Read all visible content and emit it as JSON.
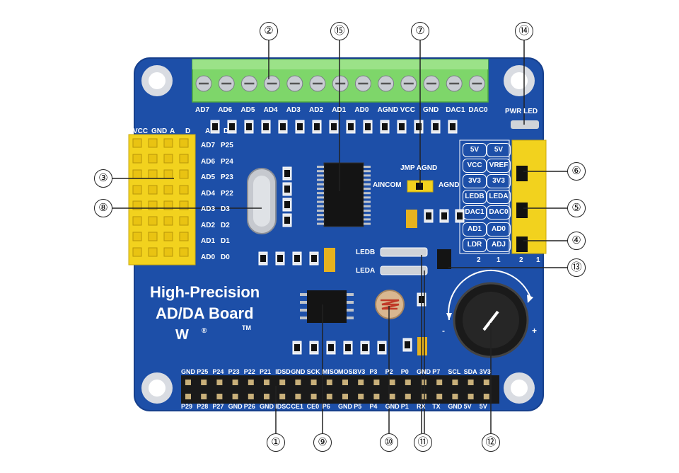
{
  "board": {
    "title_line1": "High-Precision",
    "title_line2": "AD/DA Board",
    "brand_mark": "W",
    "reg_mark": "®",
    "tm_mark": "TM"
  },
  "terminal_labels": [
    "AD7",
    "AD6",
    "AD5",
    "AD4",
    "AD3",
    "AD2",
    "AD1",
    "AD0",
    "AGND",
    "VCC",
    "GND",
    "DAC1",
    "DAC0"
  ],
  "header_top_labels": [
    "VCC",
    "GND",
    "A",
    "D",
    "A",
    "D"
  ],
  "left_pin_a_labels": [
    "AD7",
    "AD6",
    "AD5",
    "AD4",
    "AD3",
    "AD2",
    "AD1",
    "AD0"
  ],
  "left_pin_d_labels": [
    "P25",
    "P24",
    "P23",
    "P22",
    "D3",
    "D2",
    "D1",
    "D0"
  ],
  "jumper_labels": {
    "jmp": "JMP AGND",
    "aincom": "AINCOM",
    "agnd": "AGND"
  },
  "pwr_led": "PWR LED",
  "led_labels": [
    "LEDB",
    "LEDA"
  ],
  "right_box_labels": [
    [
      "5V",
      "5V"
    ],
    [
      "VCC",
      "VREF"
    ],
    [
      "3V3",
      "3V3"
    ],
    [
      "LEDB",
      "LEDA"
    ],
    [
      "DAC1",
      "DAC0"
    ],
    [
      "AD1",
      "AD0"
    ],
    [
      "LDR",
      "ADJ"
    ]
  ],
  "right_col_numbers": [
    "2",
    "1",
    "2",
    "1"
  ],
  "pot_labels": [
    "-",
    "+"
  ],
  "gpio_top": [
    "GND",
    "P25",
    "P24",
    "P23",
    "P22",
    "P21",
    "IDSD",
    "GND",
    "SCK",
    "MISO",
    "MOSI",
    "3V3",
    "P3",
    "P2",
    "P0",
    "GND",
    "P7",
    "SCL",
    "SDA",
    "3V3"
  ],
  "gpio_bottom": [
    "P29",
    "P28",
    "P27",
    "GND",
    "P26",
    "GND",
    "IDSC",
    "CE1",
    "CE0",
    "P6",
    "GND",
    "P5",
    "P4",
    "GND",
    "P1",
    "RX",
    "TX",
    "GND",
    "5V",
    "5V"
  ],
  "callouts": [
    "①",
    "②",
    "③",
    "④",
    "⑤",
    "⑥",
    "⑦",
    "⑧",
    "⑨",
    "⑩",
    "⑪",
    "⑫",
    "⑬",
    "⑭",
    "⑮"
  ],
  "colors": {
    "pcb": "#1d4fa8",
    "pcb_edge": "#163f8c",
    "terminal": "#7ed66a",
    "header": "#f2d21e",
    "chip": "#141414",
    "pin": "#c9b07a"
  }
}
